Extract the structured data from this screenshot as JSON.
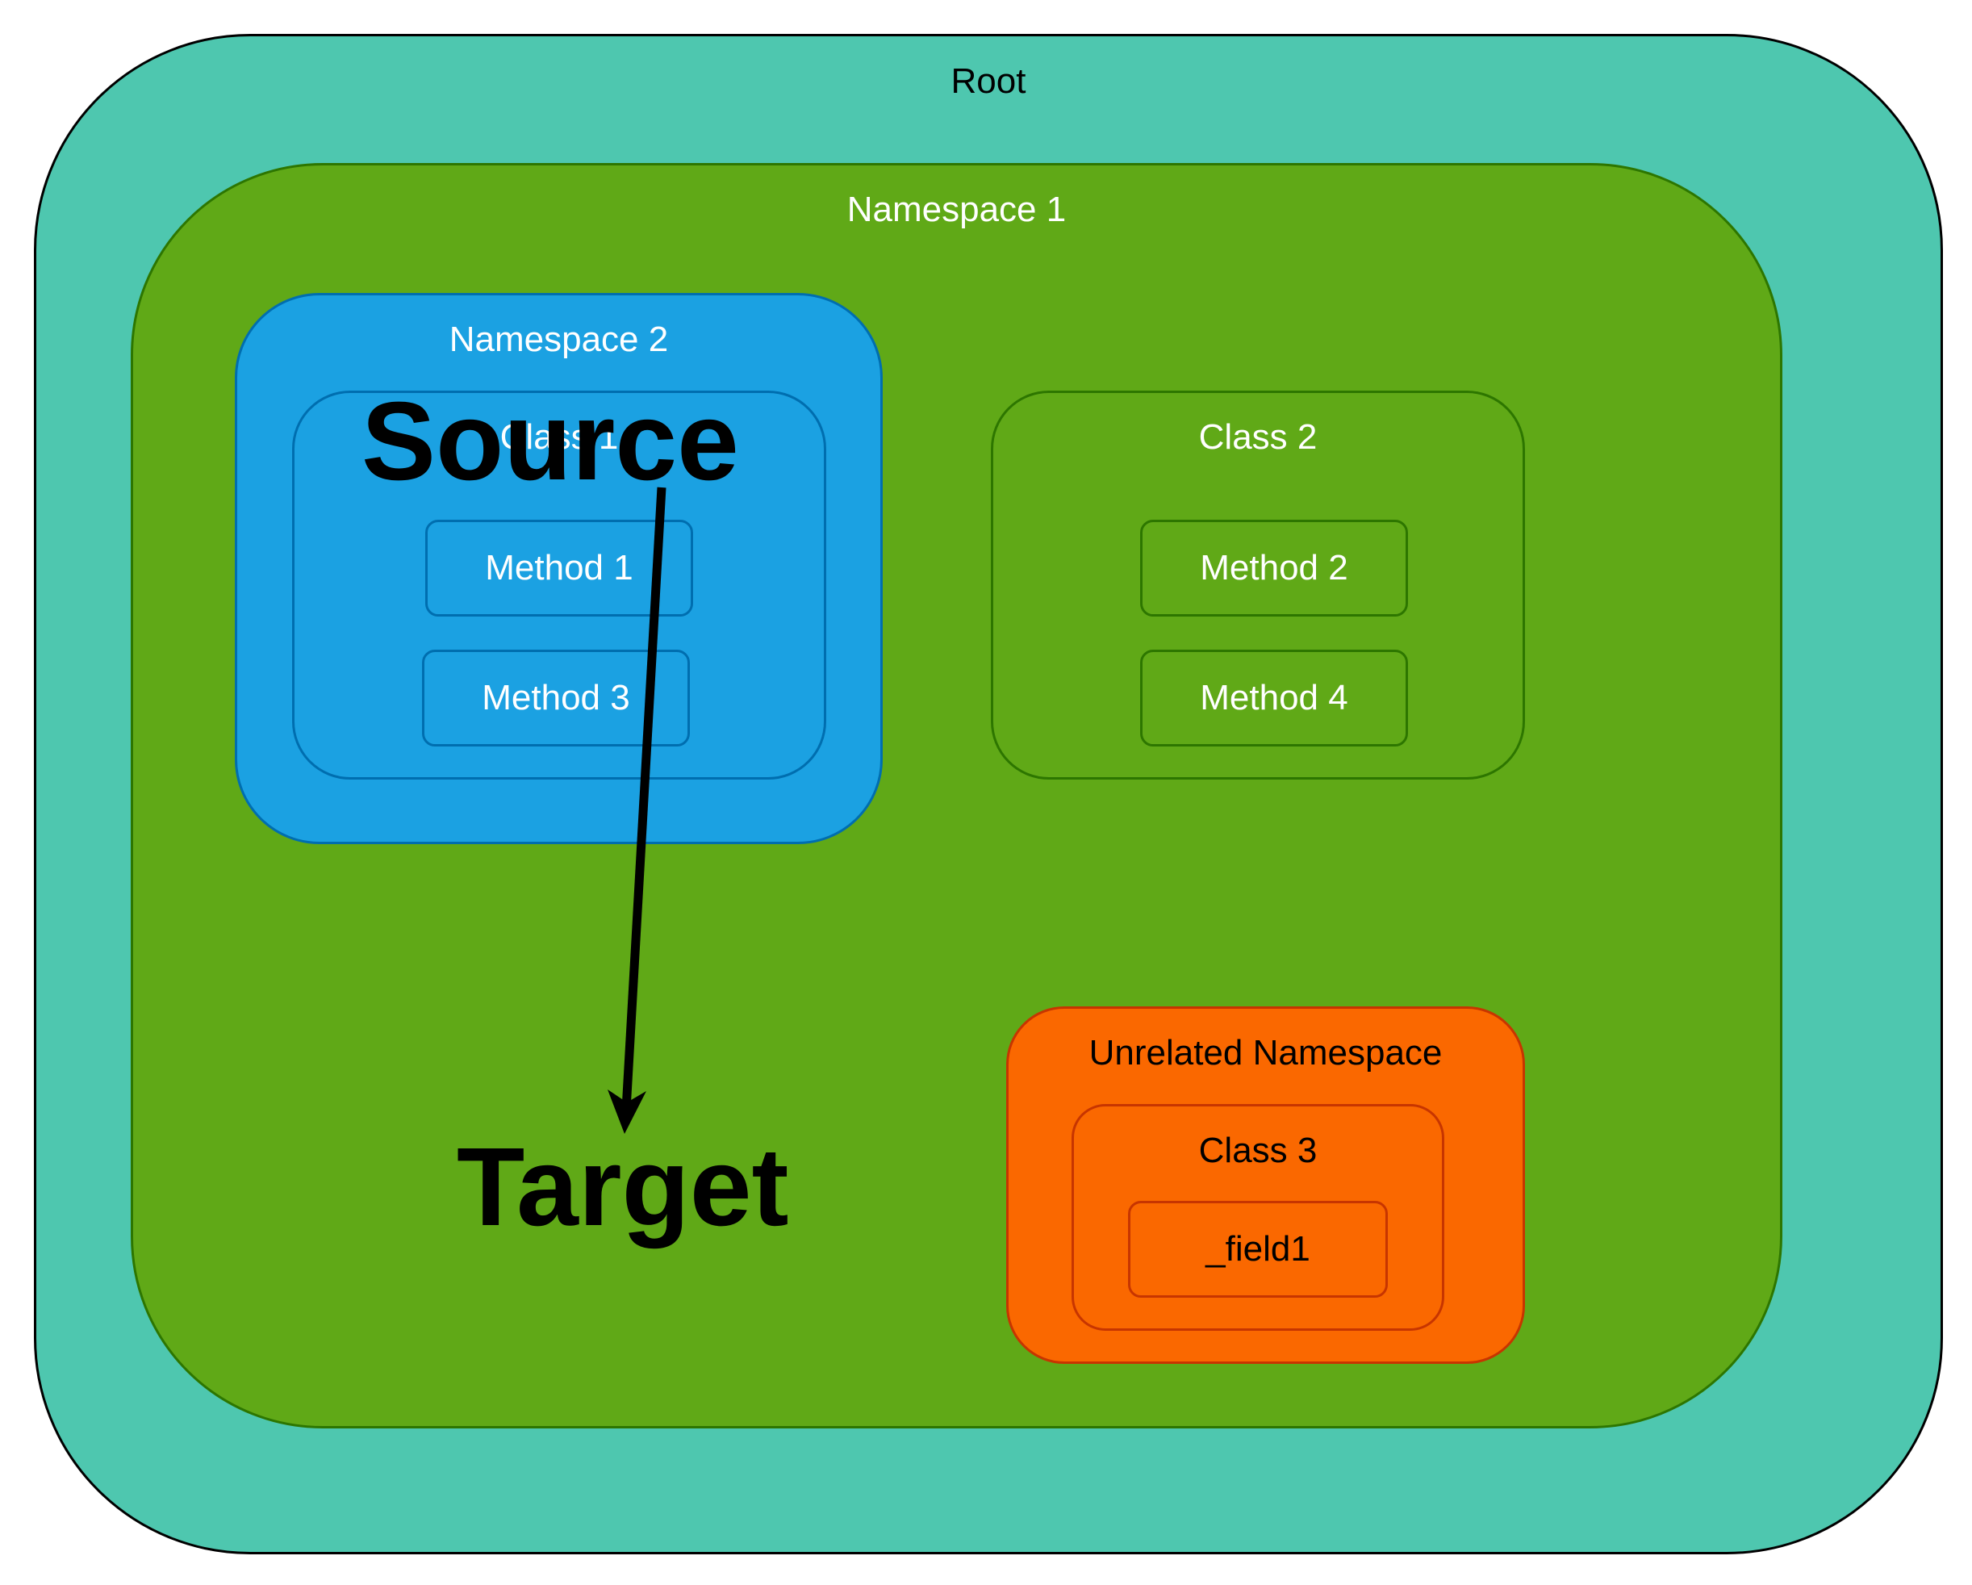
{
  "diagram": {
    "root": {
      "label": "Root",
      "color": "#4ec7af"
    },
    "namespace1": {
      "label": "Namespace 1",
      "color": "#60a917"
    },
    "namespace2": {
      "label": "Namespace 2",
      "color": "#1ba1e2",
      "class1": {
        "label": "Class 1",
        "methods": [
          "Method 1",
          "Method 3"
        ]
      }
    },
    "class2": {
      "label": "Class 2",
      "methods": [
        "Method 2",
        "Method 4"
      ]
    },
    "unrelated_namespace": {
      "label": "Unrelated Namespace",
      "color": "#fa6800",
      "class3": {
        "label": "Class 3",
        "fields": [
          "_field1"
        ]
      }
    },
    "annotations": {
      "source": "Source",
      "target": "Target"
    },
    "arrow": {
      "from": "Source",
      "to": "Target",
      "color": "#000000"
    }
  }
}
